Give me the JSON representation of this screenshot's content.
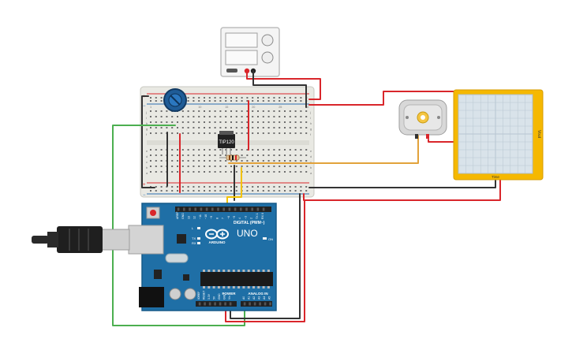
{
  "canvas": {
    "background": "#ffffff"
  },
  "colors": {
    "wire_red": "#d9262b",
    "wire_black": "#333333",
    "wire_green": "#4caf50",
    "wire_orange": "#e2a23b",
    "wire_yellow": "#f2c200",
    "arduino_blue": "#1f6fa6",
    "breadboard": "#e9e9e3",
    "rail_red": "#d9262b",
    "rail_blue": "#2a6fb0",
    "scope_frame": "#f5b800",
    "scope_screen": "#d9e3ea"
  },
  "power_supply": {
    "name": "power-supply",
    "icon": "dc-power-supply-icon"
  },
  "breadboard": {
    "rows_left": [
      "j",
      "i",
      "h",
      "g",
      "f",
      "e",
      "d",
      "c",
      "b",
      "a"
    ],
    "column_numbers_sample": [
      "1",
      "5",
      "10",
      "15",
      "20",
      "25",
      "30"
    ]
  },
  "transistor": {
    "label": "TIP120"
  },
  "potentiometer": {
    "icon": "potentiometer-icon"
  },
  "motor": {
    "icon": "dc-motor-icon"
  },
  "oscilloscope": {
    "label": "Vout",
    "bottom_label": "Time"
  },
  "arduino": {
    "board": "UNO",
    "brand": "ARDUINO",
    "digital_label": "DIGITAL (PWM~)",
    "power_label": "POWER",
    "analog_label": "ANALOG IN",
    "on_label": "ON",
    "l_label": "L",
    "tx_label": "TX",
    "rx_label": "RX",
    "aref_label": "AREF",
    "gnd_label": "GND",
    "digital_pins": [
      "13",
      "12",
      "~11",
      "~10",
      "~9",
      "8",
      "7",
      "~6",
      "~5",
      "4",
      "~3",
      "2",
      "TX 1",
      "RX 0"
    ],
    "power_pins": [
      "IOREF",
      "RESET",
      "3.3V",
      "5V",
      "GND",
      "GND",
      "Vin"
    ],
    "analog_pins": [
      "A0",
      "A1",
      "A2",
      "A3",
      "A4",
      "A5"
    ]
  },
  "usb": {
    "icon": "usb-cable-icon"
  }
}
